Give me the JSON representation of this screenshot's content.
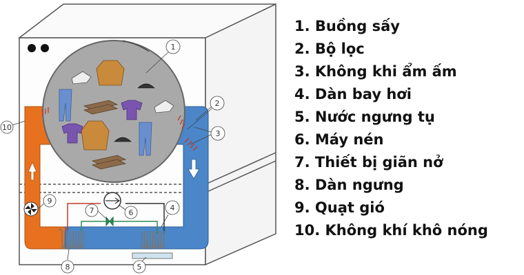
{
  "legend": [
    {
      "number": "1",
      "label": "1. Buồng sấy"
    },
    {
      "number": "2",
      "label": "2. Bộ lọc"
    },
    {
      "number": "3",
      "label": "3. Không khi ẩm ấm"
    },
    {
      "number": "4",
      "label": "4. Dàn bay hơi"
    },
    {
      "number": "5",
      "label": "5. Nước ngưng tụ"
    },
    {
      "number": "6",
      "label": "6. Máy nén"
    },
    {
      "number": "7",
      "label": "7. Thiết bị giãn nở"
    },
    {
      "number": "8",
      "label": "8. Dàn ngưng"
    },
    {
      "number": "9",
      "label": "9. Quạt gió"
    },
    {
      "number": "10",
      "label": "10. Không khí khô nóng"
    }
  ],
  "callouts": {
    "c1": "1",
    "c2": "2",
    "c3": "3",
    "c4": "4",
    "c5": "5",
    "c6": "6",
    "c7": "7",
    "c8": "8",
    "c9": "9",
    "c10": "10"
  },
  "colors": {
    "hot_air": "#e8711f",
    "humid_air": "#4a86c8",
    "drum": "#a9a9a9",
    "cabinet_outline": "#555555",
    "filter_hatch": "#c0392b"
  }
}
